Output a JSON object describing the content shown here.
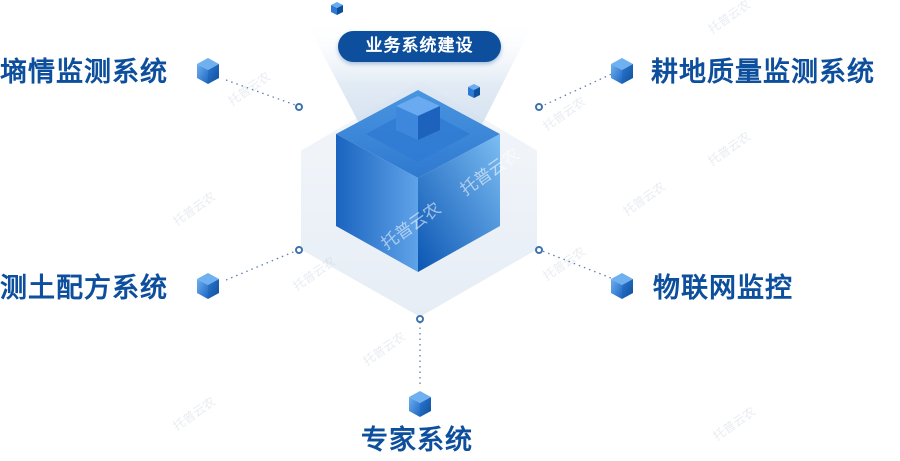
{
  "center": {
    "title": "业务系统建设",
    "icon": "stacked-cube-icon"
  },
  "systems": [
    {
      "label": "墒情监测系统",
      "position": "top-left",
      "icon": "cube-icon"
    },
    {
      "label": "耕地质量监测系统",
      "position": "top-right",
      "icon": "cube-icon"
    },
    {
      "label": "测土配方系统",
      "position": "middle-left",
      "icon": "cube-icon"
    },
    {
      "label": "物联网监控",
      "position": "middle-right",
      "icon": "cube-icon"
    },
    {
      "label": "专家系统",
      "position": "bottom",
      "icon": "cube-icon"
    }
  ],
  "watermark": "托普云农",
  "colors": {
    "primary": "#0d4f9c",
    "cube_light": "#7ab8f0",
    "cube_mid": "#3a86d8",
    "cube_dark": "#0e5cb8",
    "hexagon_bg": "#edf2f8",
    "connector": "#5b7fb0"
  }
}
